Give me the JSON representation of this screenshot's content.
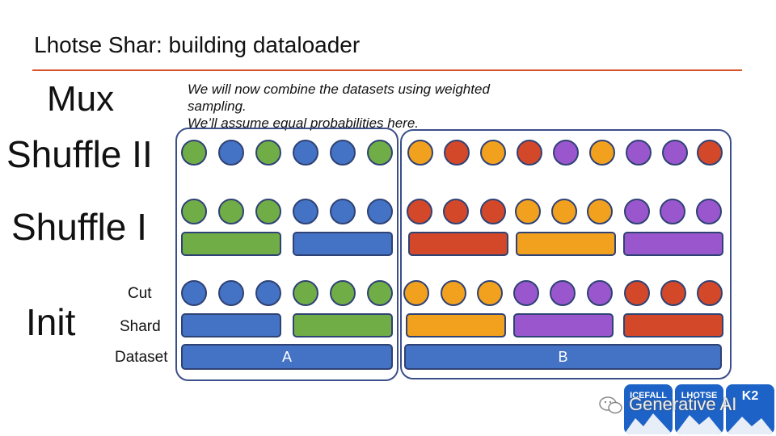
{
  "title": "Lhotse Shar: building dataloader",
  "stages": {
    "mux": "Mux",
    "shuffle2": "Shuffle II",
    "shuffle1": "Shuffle I",
    "init": "Init"
  },
  "row_labels": {
    "cut": "Cut",
    "shard": "Shard",
    "dataset": "Dataset"
  },
  "note": [
    "We will now combine the datasets using weighted",
    "sampling.",
    "We’ll assume equal probabilities here."
  ],
  "datasets": [
    "A",
    "B"
  ],
  "colors": {
    "green": "#70ad47",
    "blue": "#4472c4",
    "red": "#d4482a",
    "orange": "#f2a11f",
    "purple": "#9a57cd",
    "accent_rule": "#d9542c",
    "outline": "#3b4f8a"
  },
  "rows": {
    "shuffle2_cuts": [
      "green",
      "blue",
      "green",
      "blue",
      "blue",
      "green",
      "orange",
      "red",
      "orange",
      "red",
      "purple",
      "orange",
      "purple",
      "purple",
      "red"
    ],
    "shuffle1_cuts": [
      "green",
      "green",
      "green",
      "blue",
      "blue",
      "blue",
      "red",
      "red",
      "red",
      "orange",
      "orange",
      "orange",
      "purple",
      "purple",
      "purple"
    ],
    "shuffle1_shards": [
      "green",
      "blue",
      "red",
      "orange",
      "purple"
    ],
    "init_cuts": [
      "blue",
      "blue",
      "blue",
      "green",
      "green",
      "green",
      "orange",
      "orange",
      "orange",
      "purple",
      "purple",
      "purple",
      "red",
      "red",
      "red"
    ],
    "init_shards": [
      "blue",
      "green",
      "orange",
      "purple",
      "red"
    ]
  },
  "watermark": {
    "text": "Generative AI",
    "icon": "wechat-icon",
    "logos": [
      "ICEFALL",
      "LHOTSE",
      "K2"
    ]
  }
}
